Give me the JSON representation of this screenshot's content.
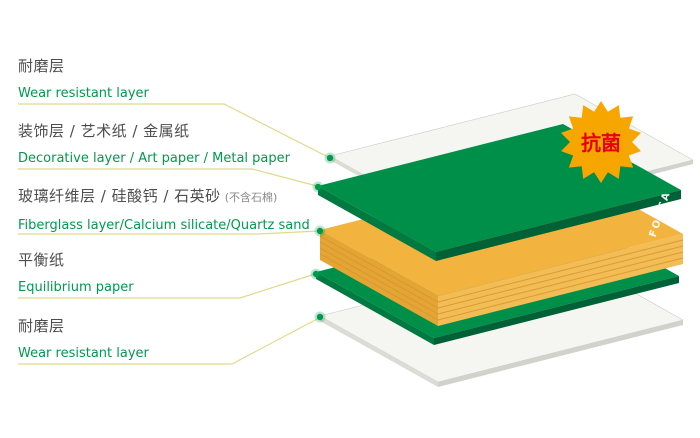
{
  "labels": [
    {
      "zh": "耐磨层",
      "en": "Wear resistant layer"
    },
    {
      "zh": "装饰层 / 艺术纸 / 金属纸",
      "en": "Decorative layer / Art paper / Metal paper"
    },
    {
      "zh": "玻璃纤维层 / 硅酸钙 / 石英砂",
      "zh_note": "(不含石棉)",
      "en": "Fiberglass layer/Calcium silicate/Quartz sand"
    },
    {
      "zh": "平衡纸",
      "en": "Equilibrium paper"
    },
    {
      "zh": "耐磨层",
      "en": "Wear resistant layer"
    }
  ],
  "badge": {
    "label": "抗菌",
    "fill": "#F7A600",
    "text_color": "#E60012"
  },
  "brand": {
    "label": "FORCA"
  },
  "palette": {
    "green_face": "#008F48",
    "green_edge_left": "#007A40",
    "green_edge_right": "#006136",
    "yellow_face": "#F2B43F",
    "yellow_side_left": "#E5A534",
    "yellow_side_right": "#F3BC55",
    "yellow_stripe": "#D09733",
    "white_face": "#F5F5F2",
    "white_side": "#DCDCD6",
    "leader_line": "#DFDA8C",
    "dot": "#009A4E",
    "zh_text": "#4D4D4D",
    "en_text": "#00994F"
  }
}
